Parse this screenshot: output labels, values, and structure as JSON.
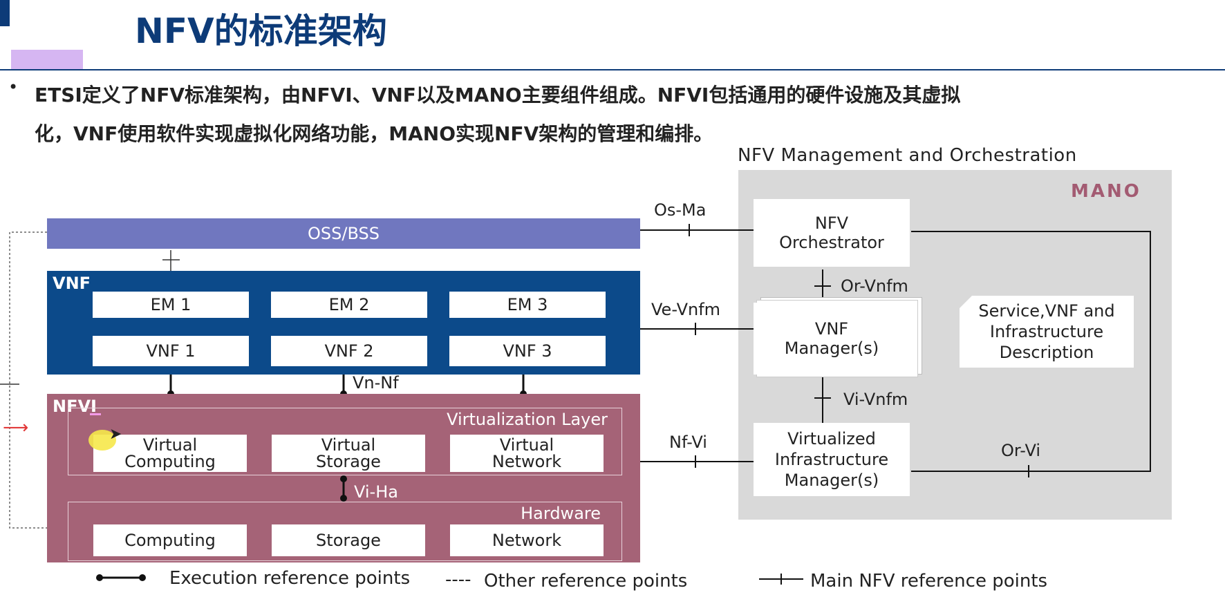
{
  "title": "NFV的标准架构",
  "intro": {
    "line1": "ETSI定义了NFV标准架构，由NFVI、VNF以及MANO主要组件组成。NFVI包括通用的硬件设施及其虚拟",
    "line2": "化，VNF使用软件实现虚拟化网络功能，MANO实现NFV架构的管理和编排。"
  },
  "diagram": {
    "mano_caption": "NFV Management and Orchestration",
    "mano_tag": "MANO",
    "oss_bss": "OSS/BSS",
    "vnf_block": {
      "label": "VNF",
      "ems": [
        "EM 1",
        "EM 2",
        "EM 3"
      ],
      "vnfs": [
        "VNF 1",
        "VNF 2",
        "VNF 3"
      ]
    },
    "nfvi_block": {
      "label": "NFVI",
      "virtualization_layer": "Virtualization Layer",
      "virtual": [
        {
          "line1": "Virtual",
          "line2": "Computing"
        },
        {
          "line1": "Virtual",
          "line2": "Storage"
        },
        {
          "line1": "Virtual",
          "line2": "Network"
        }
      ],
      "hardware": "Hardware",
      "hardware_items": [
        "Computing",
        "Storage",
        "Network"
      ]
    },
    "mano_boxes": {
      "orchestrator": {
        "line1": "NFV",
        "line2": "Orchestrator"
      },
      "vnfm": {
        "line1": "VNF",
        "line2": "Manager(s)"
      },
      "vim": {
        "line1": "Virtualized",
        "line2": "Infrastructure",
        "line3": "Manager(s)"
      },
      "description": {
        "line1": "Service,VNF and",
        "line2": "Infrastructure",
        "line3": "Description"
      }
    },
    "reference_points": {
      "os_ma": "Os-Ma",
      "ve_vnfm": "Ve-Vnfm",
      "nf_vi": "Nf-Vi",
      "or_vnfm": "Or-Vnfm",
      "vi_vnfm": "Vi-Vnfm",
      "or_vi": "Or-Vi",
      "vn_nf": "Vn-Nf",
      "vi_ha": "Vi-Ha"
    },
    "legend": {
      "execution": "Execution reference points",
      "other": "Other reference points",
      "other_symbol": "----",
      "main": "Main NFV reference points"
    }
  },
  "colors": {
    "title_blue": "#0d3b78",
    "oss_bar": "#7077bf",
    "vnf_block": "#0c4a8a",
    "nfvi_block": "#a56377",
    "mano_bg": "#d9d9d9",
    "mano_tag": "#a35b72",
    "annotation_red": "#e23a3a"
  }
}
